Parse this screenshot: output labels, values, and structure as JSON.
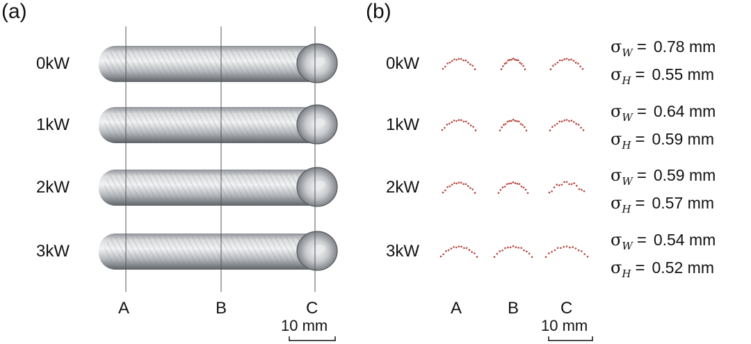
{
  "panels": {
    "a_label": "(a)",
    "b_label": "(b)"
  },
  "powers": [
    "0kW",
    "1kW",
    "2kW",
    "3kW"
  ],
  "positions": [
    "A",
    "B",
    "C"
  ],
  "scale_bar": {
    "label": "10 mm"
  },
  "sigma_symbol": "σ",
  "stats": [
    {
      "w_sub": "W",
      "w": "0.78 mm",
      "h_sub": "H",
      "h": "0.55 mm"
    },
    {
      "w_sub": "W",
      "w": "0.64 mm",
      "h_sub": "H",
      "h": "0.59 mm"
    },
    {
      "w_sub": "W",
      "w": "0.59 mm",
      "h_sub": "H",
      "h": "0.57 mm"
    },
    {
      "w_sub": "W",
      "w": "0.54 mm",
      "h_sub": "H",
      "h": "0.52 mm"
    }
  ],
  "colors": {
    "profile": "#b5443a",
    "bead_base": "#c6c8cc",
    "bead_dark": "#6f7378"
  }
}
